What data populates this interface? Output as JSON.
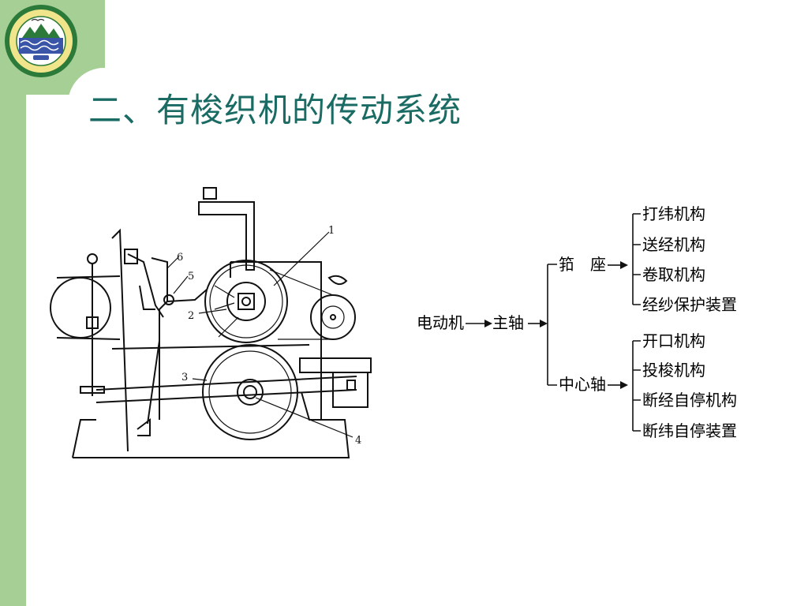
{
  "slide": {
    "title": "二、有梭织机的传动系统",
    "colors": {
      "band": "#a6cf96",
      "title": "#1a6b63",
      "logo_ring": "#2c7a3a",
      "logo_fill": "#f0e58a"
    }
  },
  "logo": {
    "icon": "university-seal-icon",
    "ring_text": "",
    "year": ""
  },
  "machine_diagram": {
    "callouts": [
      "1",
      "2",
      "3",
      "4",
      "5",
      "6"
    ]
  },
  "flow": {
    "source": "电动机",
    "main_shaft": "主轴",
    "branches": [
      {
        "name": "筘　座",
        "items": [
          "打纬机构",
          "送经机构",
          "卷取机构",
          "经纱保护装置"
        ]
      },
      {
        "name": "中心轴",
        "items": [
          "开口机构",
          "投梭机构",
          "断经自停机构",
          "断纬自停装置"
        ]
      }
    ]
  }
}
